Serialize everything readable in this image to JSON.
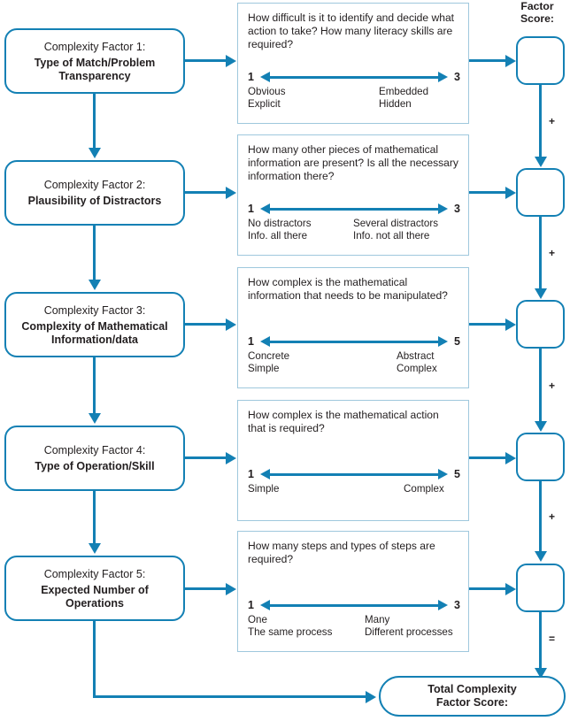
{
  "right_column": {
    "header_line1": "Factor",
    "header_line2": "Score:",
    "operators": [
      "+",
      "+",
      "+",
      "+",
      "="
    ]
  },
  "total": {
    "line1": "Total Complexity",
    "line2": "Factor Score:"
  },
  "colors": {
    "accent": "#1380b4",
    "question_border": "#9fc8dd",
    "text": "#231f20",
    "background": "#ffffff"
  },
  "factors": [
    {
      "label": "Complexity Factor 1:",
      "name_line1": "Type of Match/Problem",
      "name_line2": "Transparency",
      "question": "How difficult is it to identify and decide what action to take? How many literacy skills are required?",
      "scale_min": "1",
      "scale_max": "3",
      "left_label_line1": "Obvious",
      "left_label_line2": "Explicit",
      "right_label_line1": "Embedded",
      "right_label_line2": "Hidden",
      "score_value": ""
    },
    {
      "label": "Complexity Factor 2:",
      "name_line1": "Plausibility of Distractors",
      "name_line2": "",
      "question": "How many other pieces of mathematical information are present? Is all the necessary information there?",
      "scale_min": "1",
      "scale_max": "3",
      "left_label_line1": "No distractors",
      "left_label_line2": "Info. all there",
      "right_label_line1": "Several distractors",
      "right_label_line2": "Info. not all there",
      "score_value": ""
    },
    {
      "label": "Complexity Factor 3:",
      "name_line1": "Complexity of Mathematical",
      "name_line2": "Information/data",
      "question": "How complex is the mathematical information that needs to be manipulated?",
      "scale_min": "1",
      "scale_max": "5",
      "left_label_line1": "Concrete",
      "left_label_line2": "Simple",
      "right_label_line1": "Abstract",
      "right_label_line2": "Complex",
      "score_value": ""
    },
    {
      "label": "Complexity Factor 4:",
      "name_line1": "Type of Operation/Skill",
      "name_line2": "",
      "question": "How complex is the mathematical action that is required?",
      "scale_min": "1",
      "scale_max": "5",
      "left_label_line1": "Simple",
      "left_label_line2": "",
      "right_label_line1": "Complex",
      "right_label_line2": "",
      "score_value": ""
    },
    {
      "label": "Complexity Factor 5:",
      "name_line1": "Expected Number of",
      "name_line2": "Operations",
      "question": "How many steps and types of steps are required?",
      "scale_min": "1",
      "scale_max": "3",
      "left_label_line1": "One",
      "left_label_line2": "The same process",
      "right_label_line1": "Many",
      "right_label_line2": "Different processes",
      "score_value": ""
    }
  ]
}
